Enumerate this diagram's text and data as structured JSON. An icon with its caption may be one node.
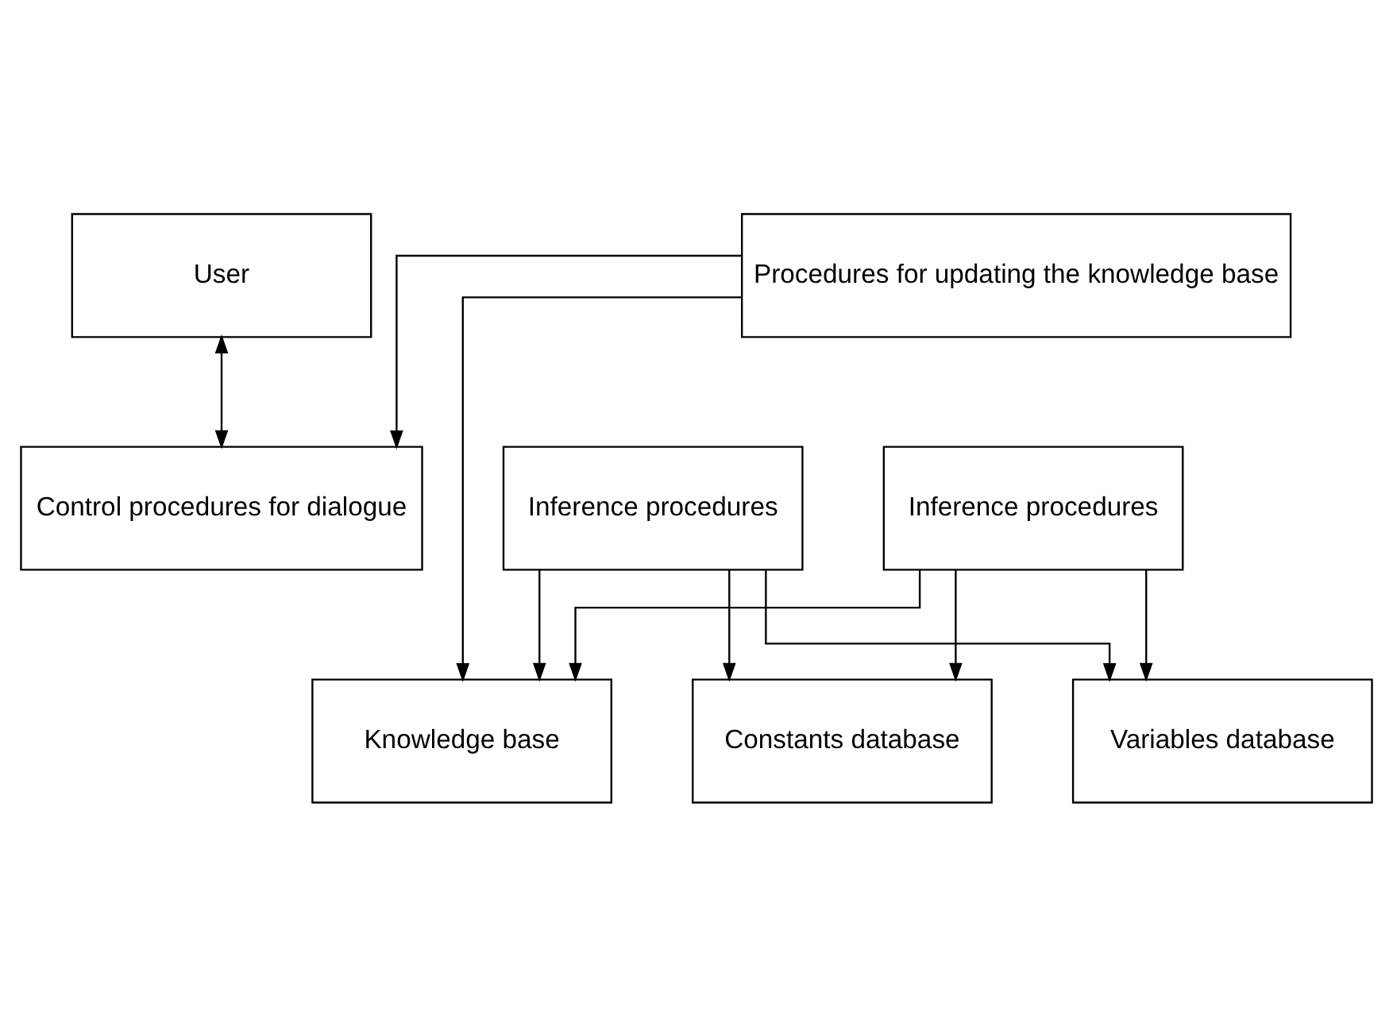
{
  "diagram": {
    "nodes": [
      {
        "text": [
          "User"
        ]
      },
      {
        "text": [
          "Inference procedures"
        ]
      },
      {
        "text": [
          "Control procedures for dialogue"
        ]
      },
      {
        "text": [
          "Inference procedures"
        ]
      },
      {
        "text": [
          "Knowledge base"
        ]
      },
      {
        "text": [
          "Constants database"
        ]
      },
      {
        "text": [
          "Variables database"
        ]
      },
      {
        "text": [
          "Procedures for updating the knowledge base"
        ]
      }
    ],
    "edges": [
      {
        "from": 0,
        "to": 2,
        "arrow": "both"
      },
      {
        "from": 1,
        "to": 4,
        "arrow": "to"
      },
      {
        "from": 1,
        "to": 5,
        "arrow": "to"
      },
      {
        "from": 1,
        "to": 6,
        "arrow": "to"
      },
      {
        "from": 3,
        "to": 4,
        "arrow": "to"
      },
      {
        "from": 3,
        "to": 5,
        "arrow": "to"
      },
      {
        "from": 3,
        "to": 6,
        "arrow": "to"
      },
      {
        "from": 7,
        "to": 4,
        "arrow": "to"
      },
      {
        "from": 7,
        "to": 2,
        "arrow": "to"
      }
    ]
  }
}
